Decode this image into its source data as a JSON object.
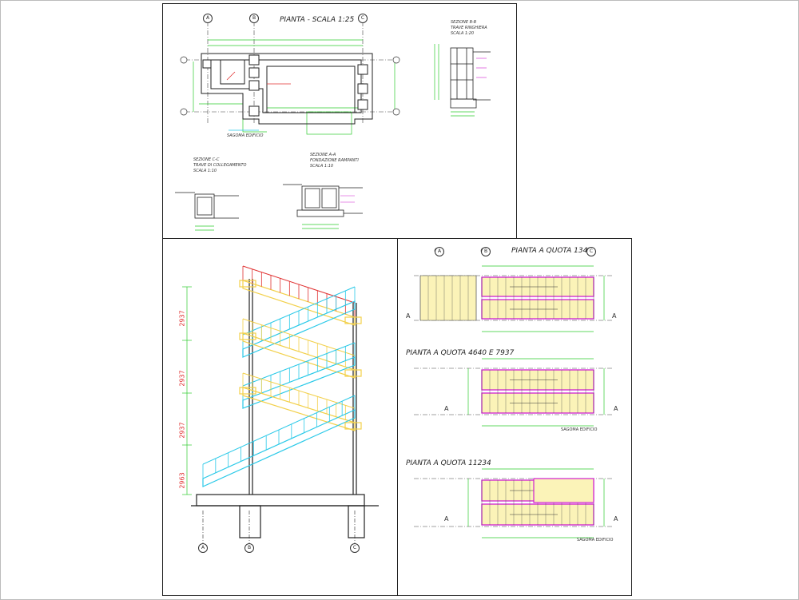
{
  "panel_top": {
    "plan_title": "PIANTA - SCALA 1:25",
    "plan_note": "SAGOMA EDIFICIO",
    "section_b_title": "SEZIONE B-B",
    "section_b_sub": "TRAVE RINGHIERA",
    "section_b_scale": "SCALA 1:20",
    "section_c_title": "SEZIONE C-C",
    "section_c_sub": "TRAVE DI COLLEGAMENTO",
    "section_c_scale": "SCALA 1:10",
    "section_a_title": "SEZIONE A-A",
    "section_a_sub": "FONDAZIONE RAMPANTI",
    "section_a_scale": "SCALA 1:10",
    "grid": [
      "A",
      "B",
      "C"
    ]
  },
  "panel_elevation": {
    "levels": [
      "2937",
      "2937",
      "2937",
      "2963"
    ],
    "grid": [
      "A",
      "B",
      "C"
    ]
  },
  "panel_plans": {
    "plan1_title": "PIANTA A QUOTA 1343",
    "plan2_title": "PIANTA A QUOTA 4640 E 7937",
    "plan3_title": "PIANTA A QUOTA 11234",
    "section_marker": "A",
    "grid": [
      "A",
      "B",
      "C"
    ],
    "plan2_note": "SAGOMA EDIFICIO",
    "plan3_note": "SAGOMA EDIFICIO"
  },
  "colors": {
    "stair_yellow": "#f2d04a",
    "stair_cyan": "#29c9e8",
    "rail_magenta": "#d020d0",
    "dim_green": "#2ecc2e",
    "rail_red": "#e03030"
  }
}
